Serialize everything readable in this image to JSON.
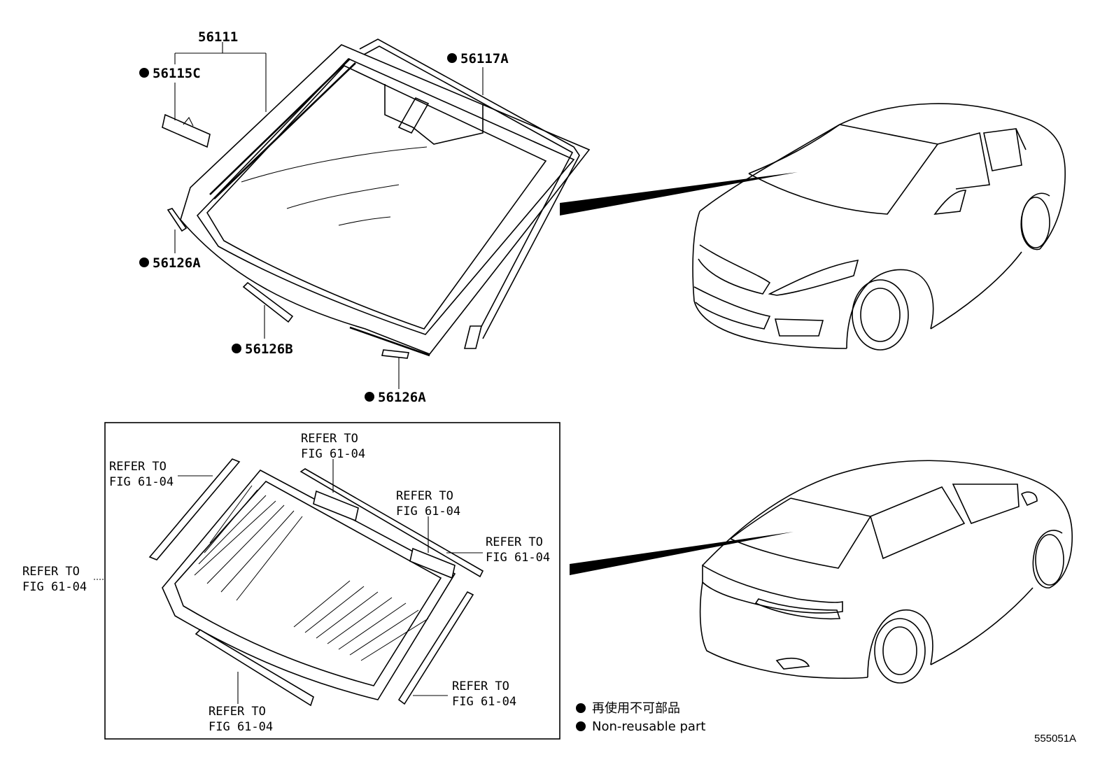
{
  "top_section": {
    "labels": [
      {
        "id": "56111",
        "text": "56111",
        "non_reusable": false
      },
      {
        "id": "56115c",
        "text": "56115C",
        "non_reusable": true
      },
      {
        "id": "56117a",
        "text": "56117A",
        "non_reusable": true
      },
      {
        "id": "56126a-left",
        "text": "56126A",
        "non_reusable": true
      },
      {
        "id": "56126b",
        "text": "56126B",
        "non_reusable": true
      },
      {
        "id": "56126a-bottom",
        "text": "56126A",
        "non_reusable": true
      }
    ]
  },
  "bottom_section": {
    "refer_labels": [
      {
        "line1": "REFER TO",
        "line2": "FIG 61-04"
      },
      {
        "line1": "REFER TO",
        "line2": "FIG 61-04"
      },
      {
        "line1": "REFER TO",
        "line2": "FIG 61-04"
      },
      {
        "line1": "REFER TO",
        "line2": "FIG 61-04"
      },
      {
        "line1": "REFER TO",
        "line2": "FIG 61-04"
      },
      {
        "line1": "REFER TO",
        "line2": "FIG 61-04"
      },
      {
        "line1": "REFER TO",
        "line2": "FIG 61-04"
      }
    ]
  },
  "legend": {
    "japanese": "再使用不可部品",
    "english": "Non-reusable part"
  },
  "figure_code": "555051A"
}
